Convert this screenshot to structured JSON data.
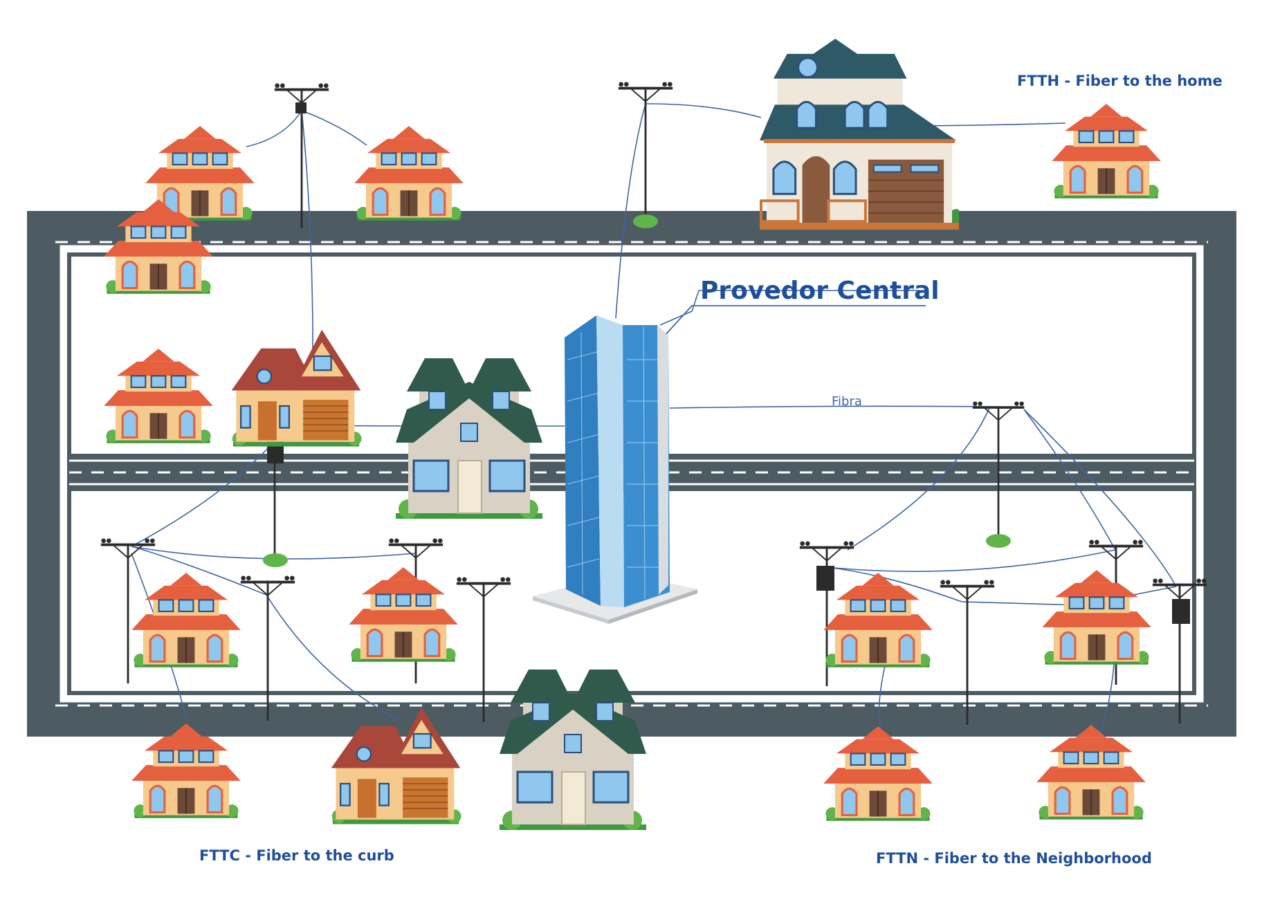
{
  "labels": {
    "central": "Provedor Central",
    "fiber": "Fibra",
    "ftth": "FTTH - Fiber to the home",
    "fttc": "FTTC - Fiber to the curb",
    "fttn": "FTTN - Fiber to the Neighborhood"
  },
  "colors": {
    "road": "#4d5c63",
    "road_edge": "#ffffff",
    "cable": "#3f63a8",
    "label_blue": "#1f4f9a",
    "roof_orange": "#e5603f",
    "wall_yellow": "#f6c98c",
    "roof_green": "#2f5a4c",
    "roof_brown": "#a8473a",
    "roof_teal": "#2e5a67",
    "glass": "#3b8fd1",
    "bush": "#5fb44a",
    "pole": "#2b2b2b"
  }
}
